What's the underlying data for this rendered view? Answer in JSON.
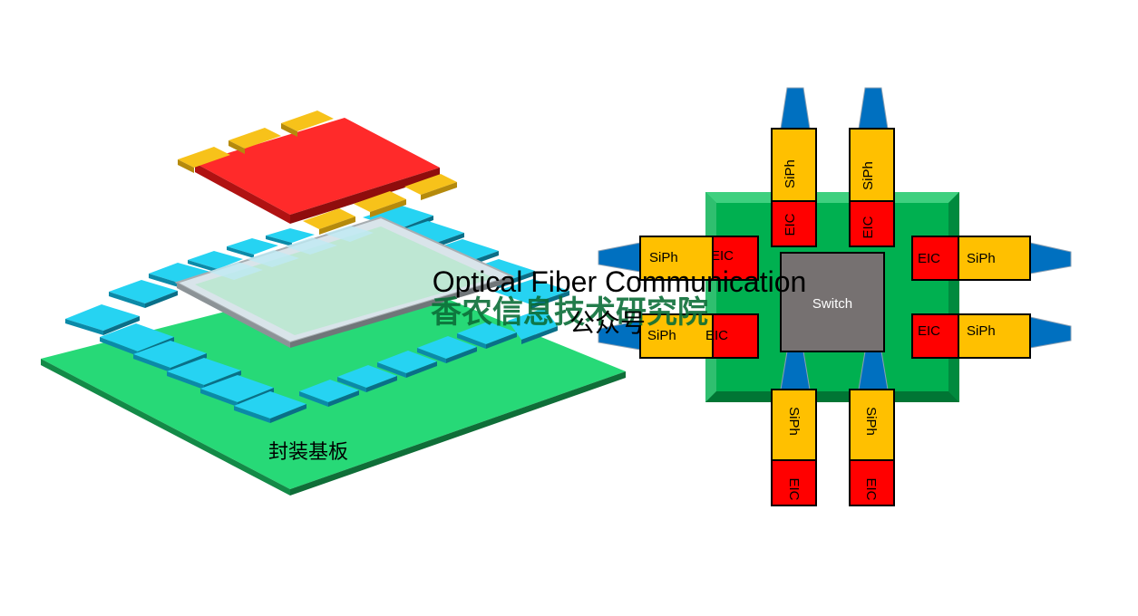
{
  "left_package": {
    "substrate_label": "封装基板"
  },
  "watermark": {
    "line1": "Optical Fiber Communication",
    "line2": "香农信息技术研究院",
    "line3": "公众号"
  },
  "cpo": {
    "switch_label": "Switch",
    "modules": {
      "top_left": {
        "siph": "SiPh",
        "eic": "EIC"
      },
      "top_right": {
        "siph": "SiPh",
        "eic": "EIC"
      },
      "bottom_left": {
        "siph": "SiPh",
        "eic": "EIC"
      },
      "bottom_right": {
        "siph": "SiPh",
        "eic": "EIC"
      },
      "left_top": {
        "siph": "SiPh",
        "eic": "EIC"
      },
      "left_bottom": {
        "siph": "SiPh",
        "eic": "EIC"
      },
      "right_top": {
        "siph": "SiPh",
        "eic": "EIC"
      },
      "right_bottom": {
        "siph": "SiPh",
        "eic": "EIC"
      }
    }
  },
  "colors": {
    "substrate_green": "#27d977",
    "pad_cyan": "#26d3f2",
    "chip_red": "#ff2a2a",
    "pad_yellow": "#f7c21a",
    "board_green": "#00b050",
    "siph_yellow": "#ffc000",
    "eic_red": "#ff0000",
    "switch_gray": "#767171",
    "fiber_blue": "#0070c0",
    "watermark_green": "#0c6e38"
  }
}
